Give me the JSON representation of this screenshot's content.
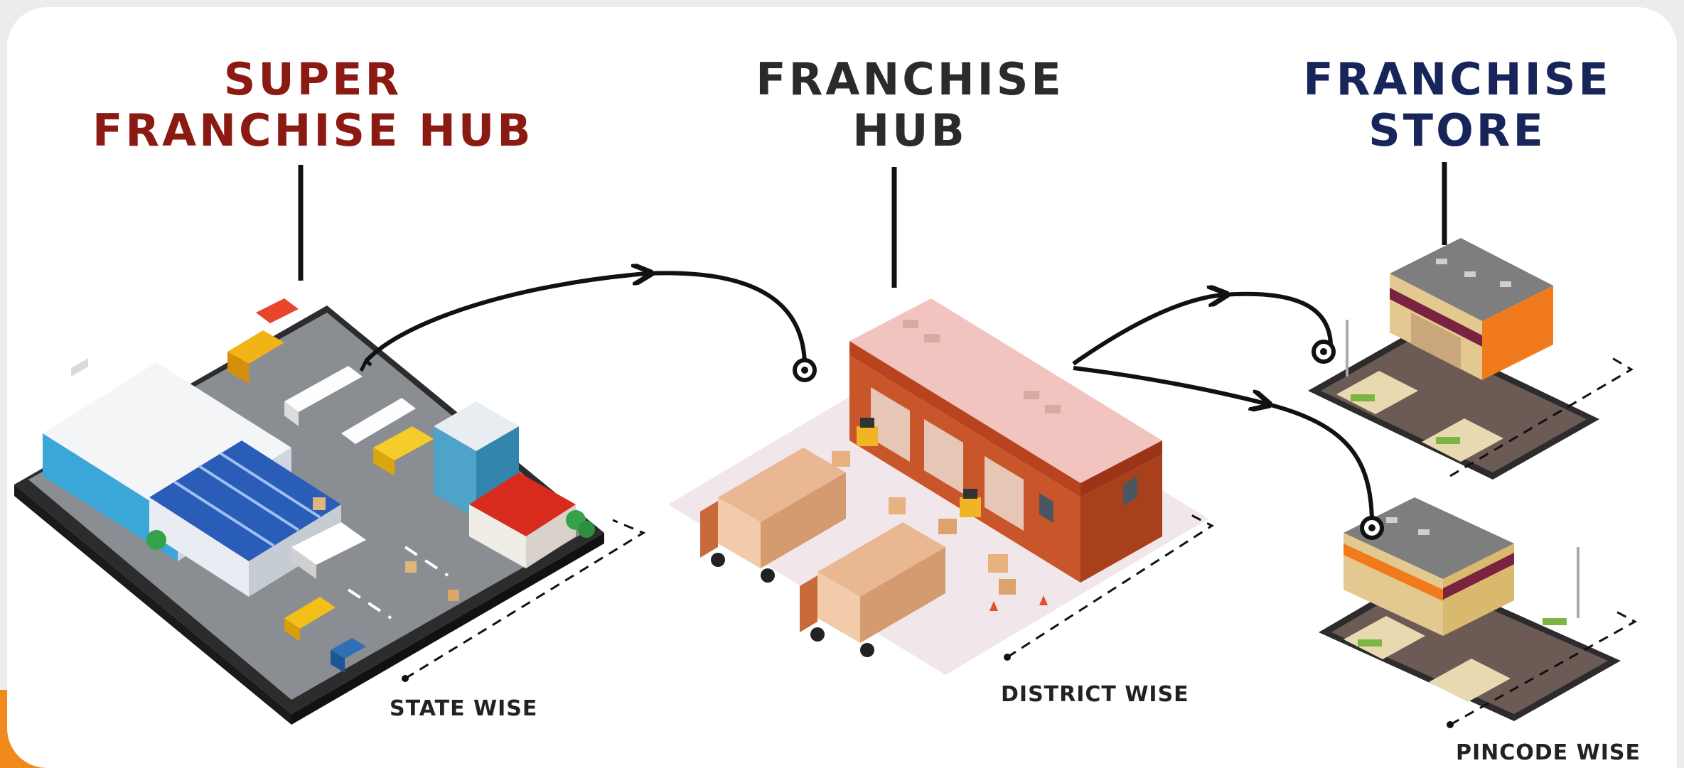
{
  "tiers": [
    {
      "lines": [
        "SUPER",
        "FRANCHISE HUB"
      ],
      "region": "STATE WISE",
      "color": "#8b1a12",
      "icon": "warehouse-complex-icon"
    },
    {
      "lines": [
        "FRANCHISE",
        "HUB"
      ],
      "region": "DISTRICT WISE",
      "color": "#2b2b2b",
      "icon": "distribution-warehouse-icon"
    },
    {
      "lines": [
        "FRANCHISE",
        "STORE"
      ],
      "region": "PINCODE WISE",
      "color": "#17255a",
      "icon": "retail-store-icon"
    }
  ],
  "colors": {
    "accent": "#f08a1c",
    "connector": "#111111",
    "hub_brick": "#c24e24",
    "store_awning": "#7a2340"
  }
}
